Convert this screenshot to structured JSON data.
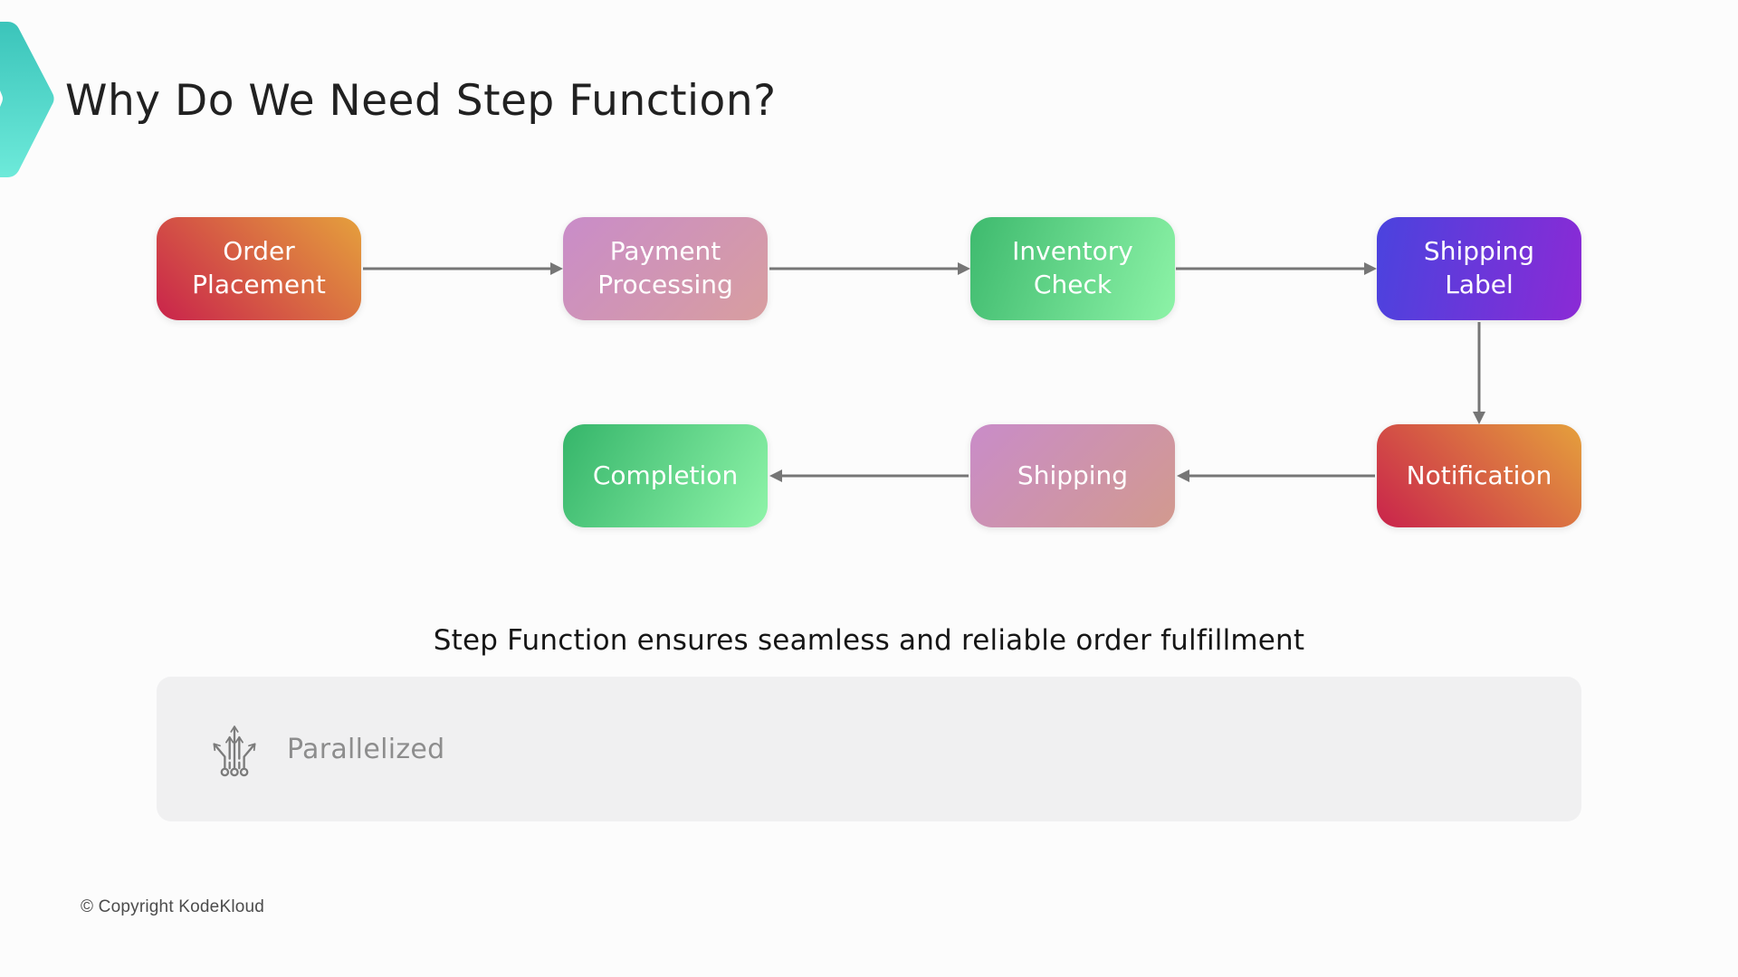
{
  "slide": {
    "title": "Why Do We Need Step Function?",
    "caption": "Step Function ensures seamless and reliable order fulfillment",
    "copyright": "© Copyright KodeKloud",
    "background": "#fcfcfc",
    "accent_teal": [
      "#3cc5bb",
      "#6ce9d9"
    ]
  },
  "flowchart": {
    "arrow_color": "#767676",
    "nodes": [
      {
        "id": "order-placement",
        "label": "Order Placement",
        "row": 1,
        "gradient": {
          "angle": "45deg",
          "from": "#c9234b",
          "to": "#e5a03c"
        }
      },
      {
        "id": "payment-processing",
        "label": "Payment Processing",
        "row": 1,
        "gradient": {
          "angle": "135deg",
          "from": "#c98cc9",
          "to": "#d89e9f"
        }
      },
      {
        "id": "inventory-check",
        "label": "Inventory Check",
        "row": 1,
        "gradient": {
          "angle": "110deg",
          "from": "#3eba6e",
          "to": "#8df3a7"
        }
      },
      {
        "id": "shipping-label",
        "label": "Shipping Label",
        "row": 1,
        "gradient": {
          "angle": "100deg",
          "from": "#4a43de",
          "to": "#8b2ad5"
        }
      },
      {
        "id": "completion",
        "label": "Completion",
        "row": 2,
        "gradient": {
          "angle": "120deg",
          "from": "#35b56a",
          "to": "#8ff4a9"
        }
      },
      {
        "id": "shipping",
        "label": "Shipping",
        "row": 2,
        "gradient": {
          "angle": "135deg",
          "from": "#c98cc9",
          "to": "#d29a8e"
        }
      },
      {
        "id": "notification",
        "label": "Notification",
        "row": 2,
        "gradient": {
          "angle": "45deg",
          "from": "#c9234b",
          "to": "#e5a03c"
        }
      }
    ],
    "edges": [
      {
        "from": "order-placement",
        "to": "payment-processing"
      },
      {
        "from": "payment-processing",
        "to": "inventory-check"
      },
      {
        "from": "inventory-check",
        "to": "shipping-label"
      },
      {
        "from": "shipping-label",
        "to": "notification"
      },
      {
        "from": "notification",
        "to": "shipping"
      },
      {
        "from": "shipping",
        "to": "completion"
      }
    ]
  },
  "feature_panel": {
    "label": "Parallelized",
    "icon": "parallelize-icon",
    "background": "#f0f0f1",
    "text_color": "#8d8d8d",
    "icon_color": "#7b7b7b"
  }
}
